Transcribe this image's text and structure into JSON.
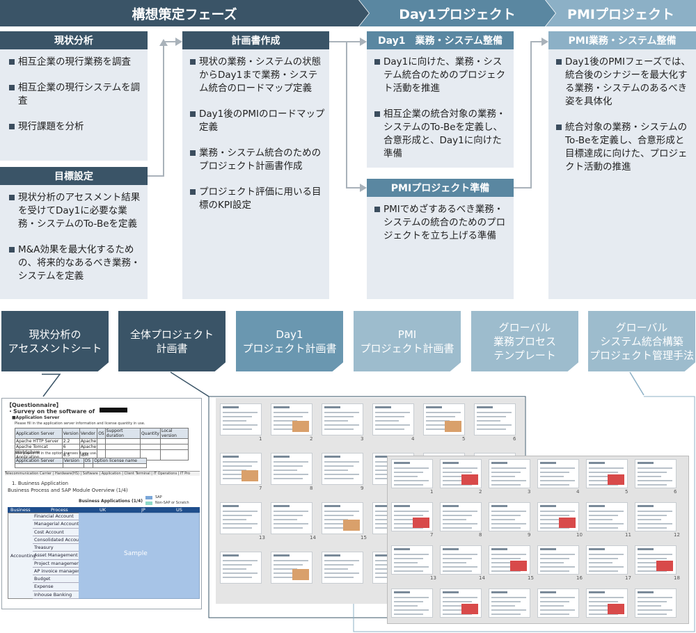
{
  "phases": [
    {
      "label": "構想策定フェーズ",
      "color": "#3a5467"
    },
    {
      "label": "Day1プロジェクト",
      "color": "#5a87a1"
    },
    {
      "label": "PMIプロジェクト",
      "color": "#8cb0c6"
    }
  ],
  "panels": {
    "genjo": {
      "title": "現状分析",
      "bullets": [
        "相互企業の現行業務を調査",
        "相互企業の現行システムを調査",
        "現行課題を分析"
      ]
    },
    "mokuhyo": {
      "title": "目標設定",
      "bullets": [
        "現状分析のアセスメント結果を受けてDay1に必要な業務・システムのTo-Beを定義",
        "M&A効果を最大化するための、将来的なあるべき業務・システムを定義"
      ]
    },
    "keikaku": {
      "title": "計画書作成",
      "bullets": [
        "現状の業務・システムの状態からDay1まで業務・システム統合のロードマップ定義",
        "Day1後のPMIのロードマップ定義",
        "業務・システム統合のためのプロジェクト計画書作成",
        "プロジェクト評価に用いる目標のKPI設定"
      ]
    },
    "day1": {
      "title": "Day1　業務・システム整備",
      "bullets": [
        "Day1に向けた、業務・システム統合のためのプロジェクト活動を推進",
        "相互企業の統合対象の業務・システムのTo-Beを定義し、合意形成と、Day1に向けた準備"
      ]
    },
    "pmi_prep": {
      "title": "PMIプロジェクト準備",
      "bullets": [
        "PMIでめざすあるべき業務・システムの統合のためのプロジェクトを立ち上げる準備"
      ]
    },
    "pmi": {
      "title": "PMI業務・システム整備",
      "bullets": [
        "Day1後のPMIフェーズでは、統合後のシナジーを最大化する業務・システムのあるべき姿を具体化",
        "統合対象の業務・システムのTo-Beを定義し、合意形成と目標達成に向けた、プロジェクト活動の推進"
      ]
    }
  },
  "deliverables": [
    {
      "label": "現状分析の\nアセスメントシート",
      "color": "#3a5467"
    },
    {
      "label": "全体プロジェクト\n計画書",
      "color": "#3a5467"
    },
    {
      "label": "Day1\nプロジェクト計画書",
      "color": "#6a97b0"
    },
    {
      "label": "PMI\nプロジェクト計画書",
      "color": "#9dbccd"
    },
    {
      "label": "グローバル\n業務プロセス\nテンプレート",
      "color": "#9dbccd"
    },
    {
      "label": "グローバル\nシステム統合構築\nプロジェクト管理手法",
      "color": "#9dbccd"
    }
  ],
  "assessment_doc": {
    "header": "【Questionnaire】",
    "survey_line": "・Survey on the software of",
    "app_server": "■Application Server",
    "instruction1": "Please fill in the application server information and license quantity in use.",
    "table_headers": [
      "Application Server",
      "Version",
      "Vendor",
      "OS",
      "Support duration",
      "Quantity",
      "Local version"
    ],
    "table_rows": [
      [
        "Apache HTTP Server",
        "2.2",
        "Apache",
        "",
        "",
        "",
        ""
      ],
      [
        "Apache Tomcat",
        "6",
        "Apache",
        "",
        "",
        "",
        ""
      ],
      [
        "WebSphere Application",
        "8.5",
        "IBM",
        "",
        "",
        "",
        ""
      ]
    ],
    "instruction2": "Also please fill in the option licenses if you use.",
    "table2_headers": [
      "Application Server",
      "Version",
      "OS",
      "Option license name"
    ],
    "tabs_line": "Telecommunication Carrier | Hardware(HS) | Software | Application | Client Terminal | IT Operations | IT Pro",
    "section_title": "1.    Business Application",
    "section_subtitle": "Business Process and SAP Module Overview (1/4)",
    "chart_title": "Business Applications (1/4)",
    "legend": [
      "SAP",
      "Non-SAP or Scratch"
    ],
    "columns": [
      "Business",
      "Process",
      "UK",
      "JP",
      "US"
    ],
    "business": "Accounting",
    "processes": [
      "Financial Account",
      "Managerial Account",
      "Cost Account",
      "Consolidated Accounting",
      "Treasury",
      "Asset Management",
      "Project management",
      "AP invoice management",
      "Budget",
      "Expense",
      "Inhouse Banking"
    ],
    "watermark": "Sample"
  },
  "thumb_numbers": [
    "1",
    "2",
    "3",
    "4",
    "5",
    "6",
    "7",
    "8",
    "9",
    "10",
    "11",
    "12",
    "13",
    "14",
    "15",
    "16",
    "17",
    "18"
  ]
}
